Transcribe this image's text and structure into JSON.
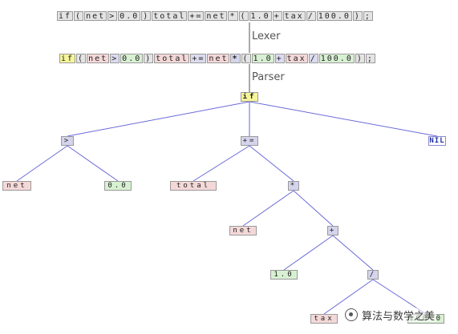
{
  "source_tokens": [
    "if",
    "(",
    "net",
    ">",
    "0.0",
    ")",
    "total",
    "+=",
    "net",
    "*",
    "(",
    "1.0",
    "+",
    "tax",
    "/",
    "100.0",
    ")",
    ";"
  ],
  "lexer_tokens": [
    {
      "text": "if",
      "kind": "kw"
    },
    {
      "text": "(",
      "kind": "pn"
    },
    {
      "text": "net",
      "kind": "id"
    },
    {
      "text": ">",
      "kind": "op"
    },
    {
      "text": "0.0",
      "kind": "num"
    },
    {
      "text": ")",
      "kind": "pn"
    },
    {
      "text": "total",
      "kind": "id"
    },
    {
      "text": "+=",
      "kind": "op"
    },
    {
      "text": "net",
      "kind": "id"
    },
    {
      "text": "*",
      "kind": "mul"
    },
    {
      "text": "(",
      "kind": "pn"
    },
    {
      "text": "1.0",
      "kind": "num"
    },
    {
      "text": "+",
      "kind": "op"
    },
    {
      "text": "tax",
      "kind": "id"
    },
    {
      "text": "/",
      "kind": "op"
    },
    {
      "text": "100.0",
      "kind": "num"
    },
    {
      "text": ")",
      "kind": "pn"
    },
    {
      "text": ";",
      "kind": "pn"
    }
  ],
  "stages": {
    "lexer": "Lexer",
    "parser": "Parser"
  },
  "tree": {
    "nodes": [
      {
        "id": "if",
        "label": "if",
        "kind": "kw"
      },
      {
        "id": "gt",
        "label": ">",
        "kind": "op"
      },
      {
        "id": "pluseq",
        "label": "+=",
        "kind": "op"
      },
      {
        "id": "nil",
        "label": "NIL",
        "kind": "nil"
      },
      {
        "id": "net1",
        "label": "net",
        "kind": "id"
      },
      {
        "id": "zero",
        "label": "0.0",
        "kind": "num"
      },
      {
        "id": "total",
        "label": "total",
        "kind": "id"
      },
      {
        "id": "mul",
        "label": "*",
        "kind": "op"
      },
      {
        "id": "net2",
        "label": "net",
        "kind": "id"
      },
      {
        "id": "plus",
        "label": "+",
        "kind": "op"
      },
      {
        "id": "one",
        "label": "1.0",
        "kind": "num"
      },
      {
        "id": "div",
        "label": "/",
        "kind": "op"
      },
      {
        "id": "tax",
        "label": "tax",
        "kind": "id"
      },
      {
        "id": "hundred",
        "label": "100.0",
        "kind": "num"
      }
    ],
    "edges": [
      [
        "if",
        "gt"
      ],
      [
        "if",
        "pluseq"
      ],
      [
        "if",
        "nil"
      ],
      [
        "gt",
        "net1"
      ],
      [
        "gt",
        "zero"
      ],
      [
        "pluseq",
        "total"
      ],
      [
        "pluseq",
        "mul"
      ],
      [
        "mul",
        "net2"
      ],
      [
        "mul",
        "plus"
      ],
      [
        "plus",
        "one"
      ],
      [
        "plus",
        "div"
      ],
      [
        "div",
        "tax"
      ],
      [
        "div",
        "hundred"
      ]
    ]
  },
  "watermark": {
    "text": "算法与数学之美",
    "icon": "wechat-circle-icon"
  },
  "colors": {
    "edge": "#6a6ad8",
    "keyword": "#f5f59a",
    "operator": "#d4d4ec",
    "identifier": "#f4d8d8",
    "number": "#d8f0d2",
    "punct": "#e4e4e4"
  }
}
